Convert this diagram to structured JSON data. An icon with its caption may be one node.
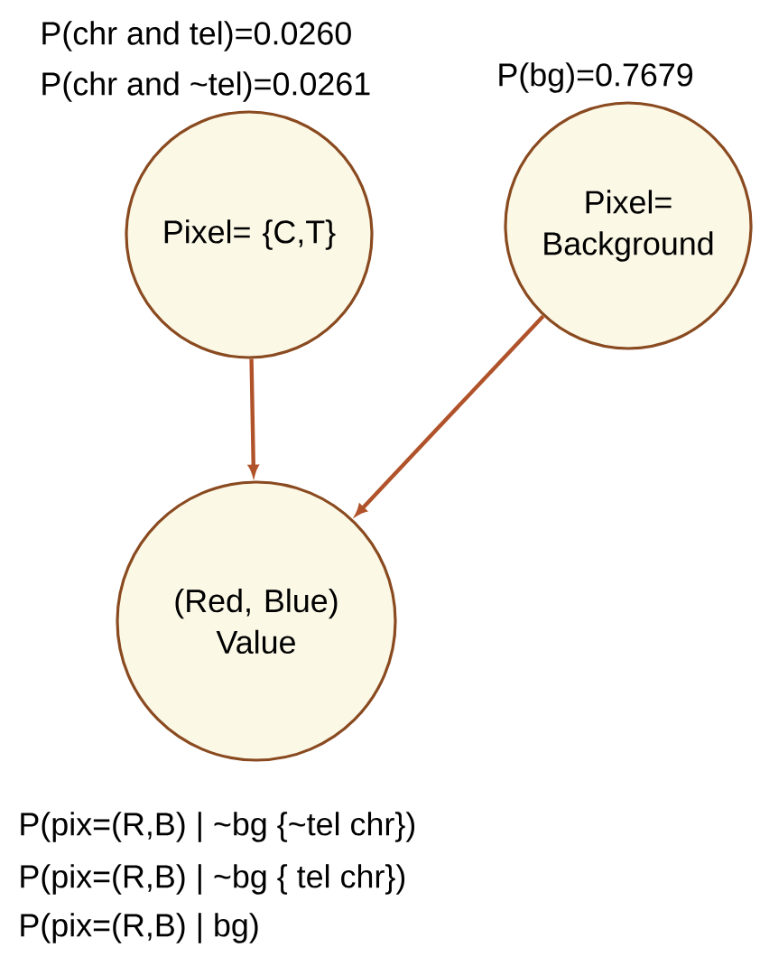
{
  "diagram": {
    "nodes": [
      {
        "text": [
          "Pixel= {C,T}"
        ],
        "beside": [
          "P(chr and tel)=0.0260",
          "P(chr and ~tel)=0.0261"
        ]
      },
      {
        "text": [
          "Pixel= Background"
        ],
        "beside": [
          "P(bg)=0.7679"
        ]
      },
      {
        "text": [
          "(Red, Blue) Value"
        ],
        "beside": [
          "P(pix=(R,B) | ~bg {~tel chr})",
          "P(pix=(R,B) | ~bg { tel chr})",
          "P(pix=(R,B) | bg)"
        ]
      }
    ],
    "edges": [
      {
        "from": 0,
        "to": 2,
        "arrow": "to"
      },
      {
        "from": 1,
        "to": 2,
        "arrow": "to"
      }
    ]
  }
}
